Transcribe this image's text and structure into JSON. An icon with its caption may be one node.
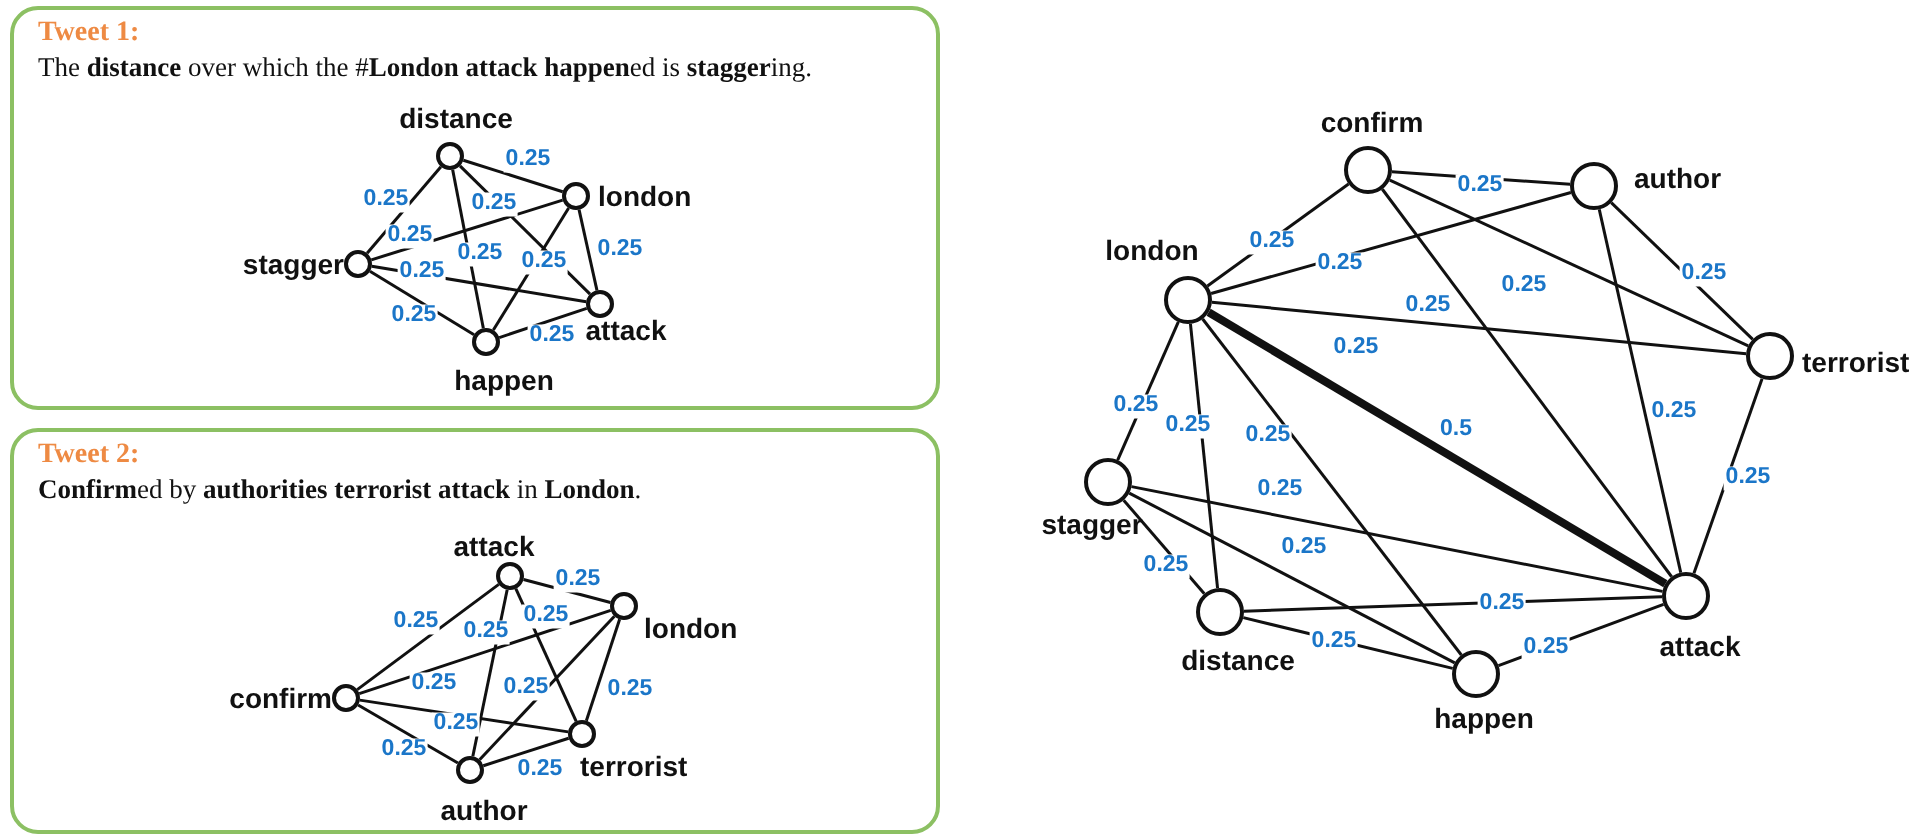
{
  "diagram": {
    "nodes": [
      {
        "text": [
          "Tweet 1:",
          "The **distance** over which the #**London attack happen**ed is **stagger**ing."
        ]
      },
      {
        "text": [],
        "shape": "circle",
        "in": 0,
        "beside": [
          "distance"
        ]
      },
      {
        "text": [],
        "shape": "circle",
        "in": 0,
        "beside": [
          "london"
        ]
      },
      {
        "text": [],
        "shape": "circle",
        "in": 0,
        "beside": [
          "stagger"
        ]
      },
      {
        "text": [],
        "shape": "circle",
        "in": 0,
        "beside": [
          "attack"
        ]
      },
      {
        "text": [],
        "shape": "circle",
        "in": 0,
        "beside": [
          "happen"
        ]
      },
      {
        "text": [
          "Tweet 2:",
          "**Confirm**ed by **authorities terrorist attack** in **London**."
        ]
      },
      {
        "text": [],
        "shape": "circle",
        "in": 6,
        "beside": [
          "attack"
        ]
      },
      {
        "text": [],
        "shape": "circle",
        "in": 6,
        "beside": [
          "london"
        ]
      },
      {
        "text": [],
        "shape": "circle",
        "in": 6,
        "beside": [
          "confirm"
        ]
      },
      {
        "text": [],
        "shape": "circle",
        "in": 6,
        "beside": [
          "terrorist"
        ]
      },
      {
        "text": [],
        "shape": "circle",
        "in": 6,
        "beside": [
          "author"
        ]
      },
      {
        "text": [],
        "shape": "circle",
        "beside": [
          "confirm"
        ]
      },
      {
        "text": [],
        "shape": "circle",
        "beside": [
          "author"
        ]
      },
      {
        "text": [],
        "shape": "circle",
        "beside": [
          "london"
        ]
      },
      {
        "text": [],
        "shape": "circle",
        "beside": [
          "terrorist"
        ]
      },
      {
        "text": [],
        "shape": "circle",
        "beside": [
          "stagger"
        ]
      },
      {
        "text": [],
        "shape": "circle",
        "beside": [
          "distance"
        ]
      },
      {
        "text": [],
        "shape": "circle",
        "beside": [
          "happen"
        ]
      },
      {
        "text": [],
        "shape": "circle",
        "beside": [
          "attack"
        ]
      }
    ],
    "edges": [
      {
        "from": 1,
        "to": 2,
        "arrow": "none",
        "label": "0.25"
      },
      {
        "from": 1,
        "to": 3,
        "arrow": "none",
        "label": "0.25"
      },
      {
        "from": 2,
        "to": 3,
        "arrow": "none",
        "label": "0.25"
      },
      {
        "from": 3,
        "to": 4,
        "arrow": "none",
        "label": "0.25"
      },
      {
        "from": 1,
        "to": 5,
        "arrow": "none",
        "label": "0.25"
      },
      {
        "from": 1,
        "to": 4,
        "arrow": "none",
        "label": "0.25"
      },
      {
        "from": 2,
        "to": 5,
        "arrow": "none",
        "label": "0.25"
      },
      {
        "from": 2,
        "to": 4,
        "arrow": "none",
        "label": "0.25"
      },
      {
        "from": 3,
        "to": 5,
        "arrow": "none",
        "label": "0.25"
      },
      {
        "from": 5,
        "to": 4,
        "arrow": "none",
        "label": "0.25"
      },
      {
        "from": 7,
        "to": 8,
        "arrow": "none",
        "label": "0.25"
      },
      {
        "from": 9,
        "to": 7,
        "arrow": "none",
        "label": "0.25"
      },
      {
        "from": 7,
        "to": 11,
        "arrow": "none",
        "label": "0.25"
      },
      {
        "from": 7,
        "to": 10,
        "arrow": "none",
        "label": "0.25"
      },
      {
        "from": 9,
        "to": 8,
        "arrow": "none",
        "label": "0.25"
      },
      {
        "from": 8,
        "to": 11,
        "arrow": "none",
        "label": "0.25"
      },
      {
        "from": 8,
        "to": 10,
        "arrow": "none",
        "label": "0.25"
      },
      {
        "from": 9,
        "to": 10,
        "arrow": "none",
        "label": "0.25"
      },
      {
        "from": 9,
        "to": 11,
        "arrow": "none",
        "label": "0.25"
      },
      {
        "from": 11,
        "to": 10,
        "arrow": "none",
        "label": "0.25"
      },
      {
        "from": 12,
        "to": 13,
        "arrow": "none",
        "label": "0.25"
      },
      {
        "from": 14,
        "to": 12,
        "arrow": "none",
        "label": "0.25"
      },
      {
        "from": 14,
        "to": 13,
        "arrow": "none",
        "label": "0.25"
      },
      {
        "from": 12,
        "to": 15,
        "arrow": "none",
        "label": "0.25"
      },
      {
        "from": 12,
        "to": 19,
        "arrow": "none",
        "label": "0.25"
      },
      {
        "from": 13,
        "to": 15,
        "arrow": "none",
        "label": "0.25"
      },
      {
        "from": 14,
        "to": 15,
        "arrow": "none",
        "label": "0.25"
      },
      {
        "from": 13,
        "to": 19,
        "arrow": "none",
        "label": "0.25"
      },
      {
        "from": 15,
        "to": 19,
        "arrow": "none",
        "label": "0.25"
      },
      {
        "from": 14,
        "to": 16,
        "arrow": "none",
        "label": "0.25"
      },
      {
        "from": 14,
        "to": 17,
        "arrow": "none",
        "label": "0.25"
      },
      {
        "from": 14,
        "to": 18,
        "arrow": "none",
        "label": "0.25"
      },
      {
        "from": 14,
        "to": 19,
        "arrow": "none",
        "label": "0.5",
        "style": "thick"
      },
      {
        "from": 16,
        "to": 19,
        "arrow": "none",
        "label": "0.25"
      },
      {
        "from": 16,
        "to": 18,
        "arrow": "none",
        "label": "0.25"
      },
      {
        "from": 16,
        "to": 17,
        "arrow": "none",
        "label": "0.25"
      },
      {
        "from": 17,
        "to": 19,
        "arrow": "none",
        "label": "0.25"
      },
      {
        "from": 17,
        "to": 18,
        "arrow": "none",
        "label": "0.25"
      },
      {
        "from": 18,
        "to": 19,
        "arrow": "none",
        "label": "0.25"
      }
    ]
  }
}
